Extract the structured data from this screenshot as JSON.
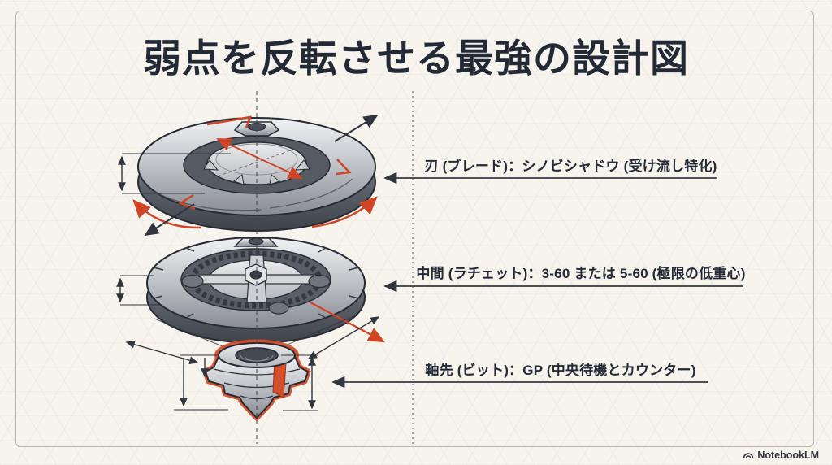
{
  "slide": {
    "title": "弱点を反転させる最強の設計図"
  },
  "callouts": [
    {
      "id": "blade",
      "text": "刃 (ブレード)：シノビシャドウ (受け流し特化)"
    },
    {
      "id": "ratchet",
      "text": "中間 (ラチェット)：3-60 または 5-60 (極限の低重心)"
    },
    {
      "id": "bit",
      "text": "軸先 (ビット)：GP (中央待機とカウンター)"
    }
  ],
  "diagram": {
    "parts": [
      {
        "name": "blade-ring"
      },
      {
        "name": "ratchet-disc"
      },
      {
        "name": "bit-tip"
      }
    ]
  },
  "branding": {
    "logo_text": "NotebookLM"
  },
  "colors": {
    "background": "#f6f4ec",
    "ink": "#242936",
    "accent_red": "#cf4526",
    "frame_border": "#b9b8b0"
  }
}
